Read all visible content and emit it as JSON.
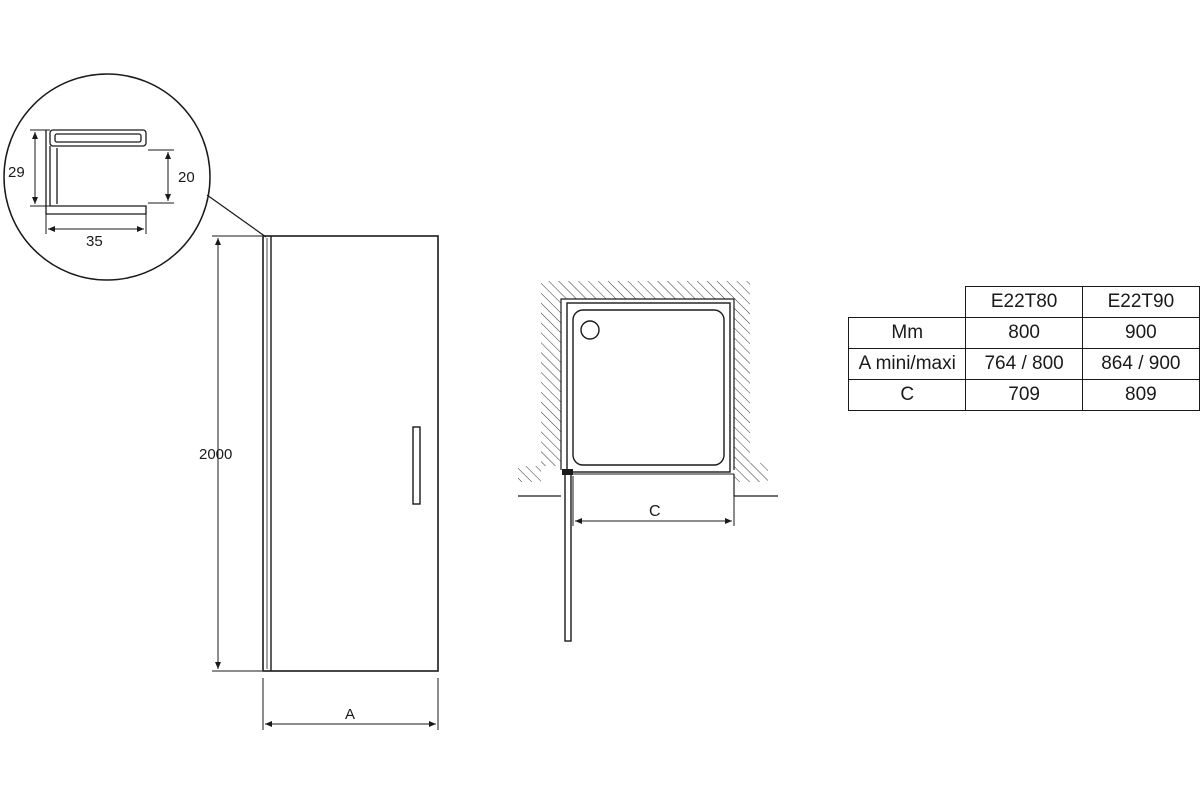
{
  "profile_detail": {
    "height_total": "29",
    "height_inner": "20",
    "width": "35"
  },
  "elevation": {
    "height": "2000",
    "width": "A"
  },
  "plan": {
    "opening": "C"
  },
  "spec_table": {
    "headers": [
      "",
      "E22T80",
      "E22T90"
    ],
    "rows": [
      [
        "Mm",
        "800",
        "900"
      ],
      [
        "A mini/maxi",
        "764 / 800",
        "864 / 900"
      ],
      [
        "C",
        "709",
        "809"
      ]
    ]
  }
}
